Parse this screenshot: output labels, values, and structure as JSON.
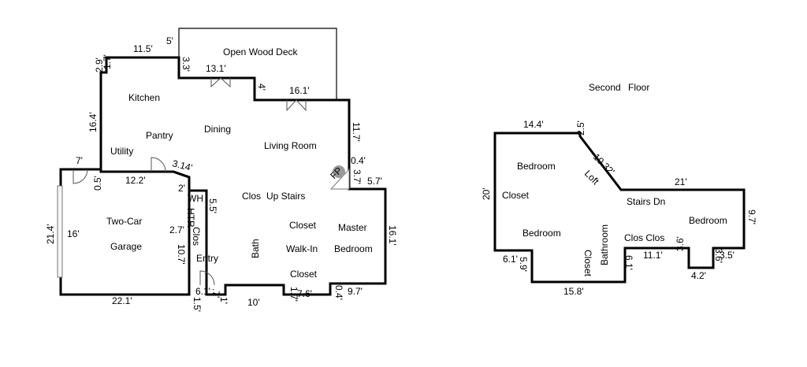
{
  "first_floor": {
    "rooms": {
      "deck": "Open Wood Deck",
      "kitchen": "Kitchen",
      "pantry": "Pantry",
      "dining": "Dining",
      "utility": "Utility",
      "living": "Living Room",
      "fp": "FP",
      "garage_1": "Two-Car",
      "garage_2": "Garage",
      "wh": "WH",
      "htr": "HTR",
      "clos_v": "Clos",
      "entry": "Entry",
      "bath": "Bath",
      "clos_up": "Clos",
      "up_stairs": "Up Stairs",
      "closet_1": "Closet",
      "walk_in": "Walk-In",
      "closet_2": "Closet",
      "master_1": "Master",
      "master_2": "Bedroom"
    },
    "dims": {
      "d5": "5'",
      "d11_5": "11.5'",
      "d2_9": "2.9'",
      "d1_7": "1.7'",
      "d3_3": "3.3'",
      "d13_1": "13.1'",
      "d4": "4'",
      "d16_1_top": "16.1'",
      "d16_4": "16.4'",
      "d11_7": "11.7'",
      "d0_4_fp": "0.4'",
      "d3_7": "3.7'",
      "d5_7": "5.7'",
      "d7": "7'",
      "d0_5": "0.5'",
      "d12_2": "12.2'",
      "d3_14": "3.14'",
      "d2": "2'",
      "d5_5": "5.5'",
      "d2_7": "2.7'",
      "d10_7": "10.7'",
      "d21_4": "21.4'",
      "d16": "16'",
      "d16_1_right": "16.1'",
      "d22_1": "22.1'",
      "d6_1": "6.1'",
      "d7_small": ".7'",
      "d1": "1'",
      "d1_5": "1.5'",
      "d10": "10'",
      "d1_7_bottom": "1.7'",
      "d7_6": "7.6'",
      "d0_4_bottom": "0.4'",
      "d9_7": "9.7'"
    }
  },
  "second_floor": {
    "title_1": "Second",
    "title_2": "Floor",
    "rooms": {
      "bedroom_1": "Bedroom",
      "closet_1": "Closet",
      "loft": "Loft",
      "bedroom_2": "Bedroom",
      "stairs_dn": "Stairs Dn",
      "bedroom_3": "Bedroom",
      "clos_clos": "Clos Clos",
      "closet_v": "Closet",
      "bathroom": "Bathroom"
    },
    "dims": {
      "d14_4": "14.4'",
      "d2_5": "2.5'",
      "d10_32": "10.32'",
      "d21": "21'",
      "d20": "20'",
      "d9_7": "9.7'",
      "d6_1_left": "6.1'",
      "d5_9": "5.9'",
      "d6_1_mid": "6.1'",
      "d11_1": "11.1'",
      "d3_6_a": "3.6'",
      "d4_2": "4.2'",
      "d3_6_b": "3.6'",
      "d3_5": "3.5'",
      "d15_8": "15.8'"
    }
  }
}
